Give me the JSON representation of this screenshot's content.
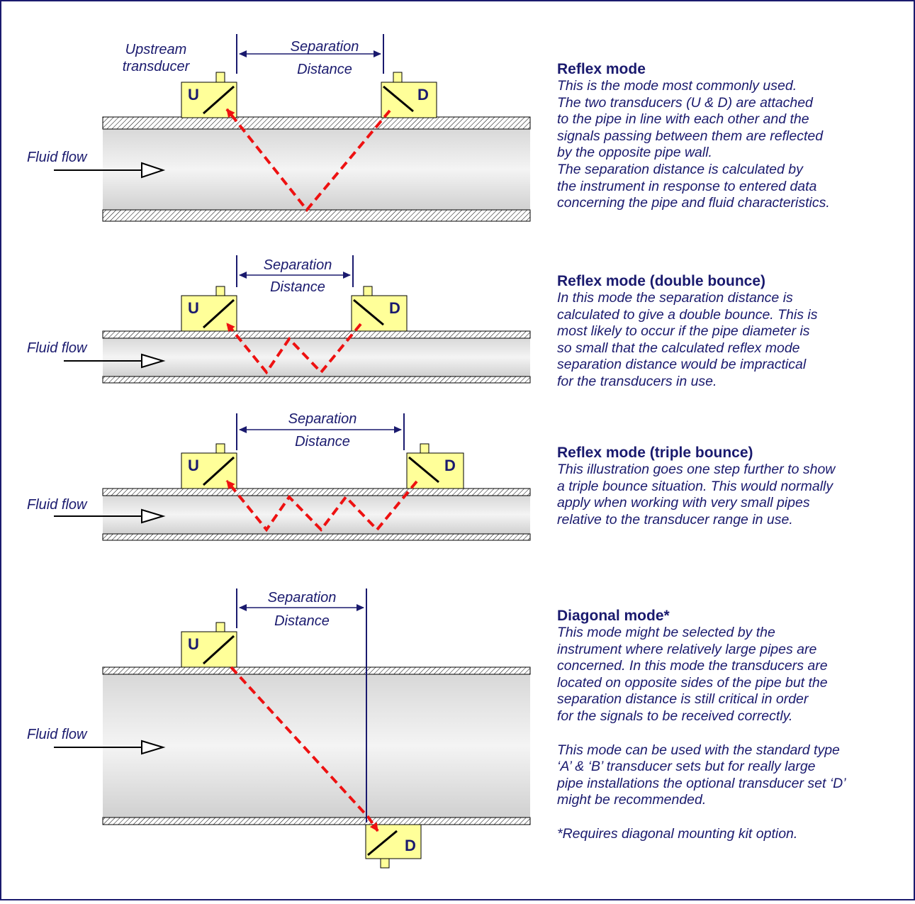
{
  "colors": {
    "frame": "#1a1a6e",
    "text": "#1a1a6e",
    "transducer_fill": "#ffff99",
    "signal": "#ee1111",
    "wall_hatch": "#000000"
  },
  "labels": {
    "upstream_line1": "Upstream",
    "upstream_line2": "transducer",
    "separation": "Separation",
    "distance": "Distance",
    "fluid_flow": "Fluid flow",
    "u": "U",
    "d": "D"
  },
  "sections": [
    {
      "title": "Reflex mode",
      "lines": [
        "This is the mode most commonly used.",
        "The two transducers (U & D) are attached",
        "to the pipe in line with each other and the",
        "signals passing between them are reflected",
        "by the opposite pipe wall.",
        "The separation distance is calculated by",
        "the instrument in response to entered data",
        "concerning the pipe and fluid characteristics."
      ]
    },
    {
      "title": "Reflex mode (double bounce)",
      "lines": [
        "In this mode the separation distance is",
        "calculated to give a double bounce. This is",
        "most likely to occur if the pipe diameter is",
        "so small that the calculated reflex mode",
        "separation distance would be impractical",
        "for the transducers in use."
      ]
    },
    {
      "title": "Reflex mode (triple bounce)",
      "lines": [
        "This illustration goes one step further to show",
        "a triple bounce situation. This would normally",
        "apply when working with very small pipes",
        "relative to the transducer range in use."
      ]
    },
    {
      "title": "Diagonal mode*",
      "lines": [
        "This mode might be selected by the",
        "instrument where relatively large pipes are",
        "concerned. In this mode the transducers are",
        "located on opposite sides of the pipe but the",
        "separation distance is still critical in order",
        "for the signals to be received correctly."
      ],
      "lines2": [
        "This mode can be used with the standard type",
        "‘A’ & ‘B’ transducer sets but for really large",
        "pipe installations the optional transducer set ‘D’",
        "might be recommended."
      ],
      "footnote": "*Requires diagonal mounting kit option."
    }
  ]
}
